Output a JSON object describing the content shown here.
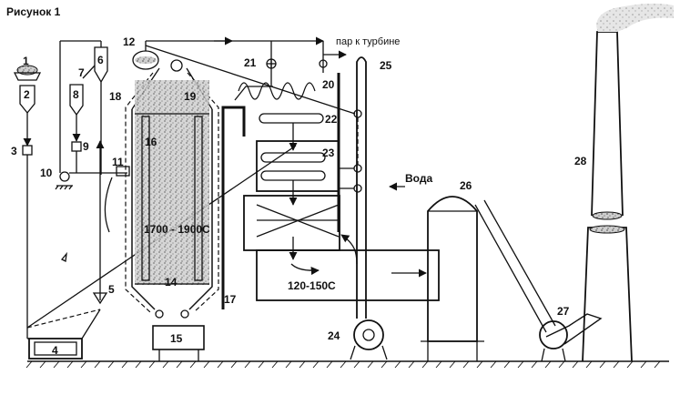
{
  "figure": {
    "title": "Рисунок 1",
    "steam_to_turbine": "пар к турбине",
    "water": "Вода",
    "furnace_temperature": "1700 - 1900С",
    "exhaust_temperature": "120-150С"
  },
  "components": [
    {
      "id": "1",
      "label": "1"
    },
    {
      "id": "2",
      "label": "2"
    },
    {
      "id": "3",
      "label": "3"
    },
    {
      "id": "4",
      "label": "4"
    },
    {
      "id": "5",
      "label": "5"
    },
    {
      "id": "6",
      "label": "6"
    },
    {
      "id": "7",
      "label": "7"
    },
    {
      "id": "8",
      "label": "8"
    },
    {
      "id": "9",
      "label": "9"
    },
    {
      "id": "10",
      "label": "10"
    },
    {
      "id": "11",
      "label": "11"
    },
    {
      "id": "12",
      "label": "12"
    },
    {
      "id": "14",
      "label": "14"
    },
    {
      "id": "15",
      "label": "15"
    },
    {
      "id": "16",
      "label": "16"
    },
    {
      "id": "17",
      "label": "17"
    },
    {
      "id": "18",
      "label": "18"
    },
    {
      "id": "19",
      "label": "19"
    },
    {
      "id": "20",
      "label": "20"
    },
    {
      "id": "21",
      "label": "21"
    },
    {
      "id": "22",
      "label": "22"
    },
    {
      "id": "23",
      "label": "23"
    },
    {
      "id": "24",
      "label": "24"
    },
    {
      "id": "25",
      "label": "25"
    },
    {
      "id": "26",
      "label": "26"
    },
    {
      "id": "27",
      "label": "27"
    },
    {
      "id": "28",
      "label": "28"
    }
  ]
}
